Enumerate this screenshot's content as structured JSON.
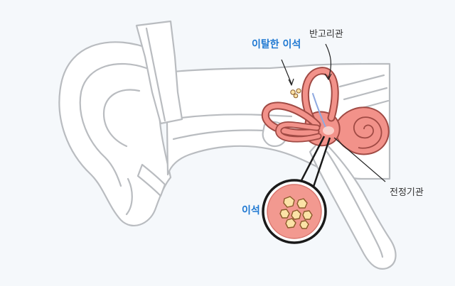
{
  "labels": {
    "detached_otoliths": "이탈한 이석",
    "semicircular_canals": "반고리관",
    "vestibular_organ": "전정기관",
    "otoliths": "이석"
  },
  "colors": {
    "background": "#f5f8fb",
    "ear_fill": "#ffffff",
    "ear_stroke": "#b9bcc0",
    "inner_ear_fill": "#f2928a",
    "inner_ear_stroke": "#a04a44",
    "otolith_fill": "#fbe2a6",
    "label_blue": "#1e78d2",
    "label_dark": "#333333"
  }
}
